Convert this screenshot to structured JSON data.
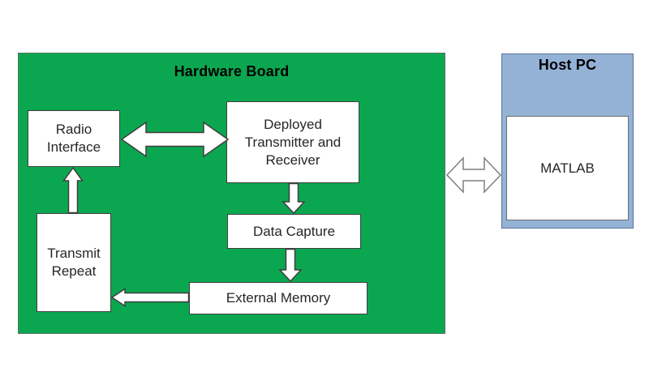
{
  "colors": {
    "board_green": "#0BA750",
    "host_blue": "#94B2D6",
    "node_fill": "#FFFFFF",
    "arrow_fill": "#FFFFFF",
    "arrow_outline": "#3F3F3F",
    "link_arrow_outline": "#7F7F7F"
  },
  "hardware_board": {
    "title": "Hardware Board",
    "nodes": {
      "radio_interface": {
        "label": "Radio\nInterface"
      },
      "deployed": {
        "label": "Deployed\nTransmitter and\nReceiver"
      },
      "data_capture": {
        "label": "Data Capture"
      },
      "external_memory": {
        "label": "External Memory"
      },
      "transmit_repeat": {
        "label": "Transmit\nRepeat"
      }
    }
  },
  "host_pc": {
    "title": "Host PC",
    "nodes": {
      "matlab": {
        "label": "MATLAB"
      }
    }
  },
  "connections": [
    {
      "from": "Radio Interface",
      "to": "Deployed Transmitter and Receiver",
      "type": "bidirectional"
    },
    {
      "from": "Deployed Transmitter and Receiver",
      "to": "Data Capture",
      "type": "one-way"
    },
    {
      "from": "Data Capture",
      "to": "External Memory",
      "type": "one-way"
    },
    {
      "from": "External Memory",
      "to": "Transmit Repeat",
      "type": "one-way"
    },
    {
      "from": "Transmit Repeat",
      "to": "Radio Interface",
      "type": "one-way"
    },
    {
      "from": "Hardware Board",
      "to": "Host PC",
      "type": "bidirectional"
    }
  ]
}
